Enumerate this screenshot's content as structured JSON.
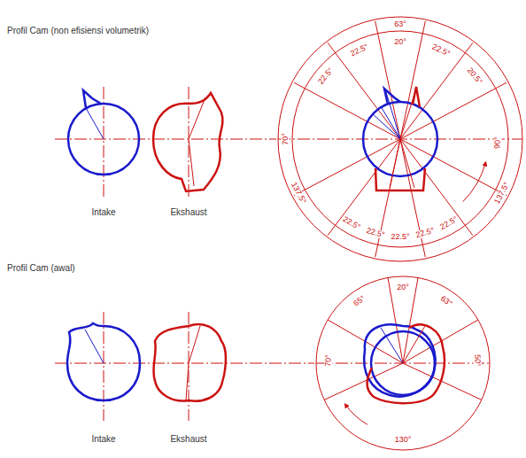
{
  "diagram": {
    "labels": [
      "Profil Cam (non efisiensi volumetrik)",
      "Intake",
      "Ekshaust",
      "63°",
      "22.5°",
      "22.5°",
      "20°",
      "22.5°",
      "20.5°",
      "70°",
      "90°",
      "137.5°",
      "137.5°",
      "22.5°",
      "22.5°",
      "22.5°",
      "22.5°",
      "22.5°",
      "Profil Cam (awal)",
      "Intake",
      "Ekshaust",
      "20°",
      "65°",
      "63°",
      "70°",
      "50°",
      "130°"
    ]
  }
}
